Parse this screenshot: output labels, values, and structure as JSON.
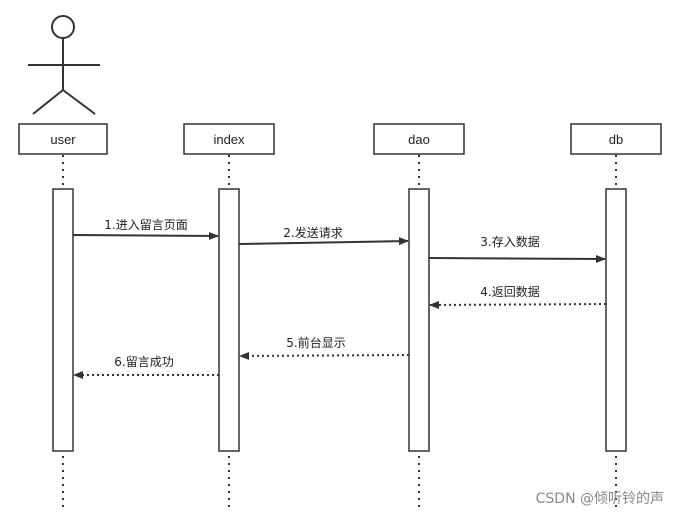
{
  "participants": [
    {
      "id": "user",
      "label": "user"
    },
    {
      "id": "index",
      "label": "index"
    },
    {
      "id": "dao",
      "label": "dao"
    },
    {
      "id": "db",
      "label": "db"
    }
  ],
  "messages": [
    {
      "id": "m1",
      "label": "1.进入留言页面",
      "from": "user",
      "to": "index",
      "style": "solid"
    },
    {
      "id": "m2",
      "label": "2.发送请求",
      "from": "index",
      "to": "dao",
      "style": "solid"
    },
    {
      "id": "m3",
      "label": "3.存入数据",
      "from": "dao",
      "to": "db",
      "style": "solid"
    },
    {
      "id": "m4",
      "label": "4.返回数据",
      "from": "db",
      "to": "dao",
      "style": "dotted"
    },
    {
      "id": "m5",
      "label": "5.前台显示",
      "from": "dao",
      "to": "index",
      "style": "dotted"
    },
    {
      "id": "m6",
      "label": "6.留言成功",
      "from": "index",
      "to": "user",
      "style": "dotted"
    }
  ],
  "watermark": "CSDN @倾听铃的声"
}
